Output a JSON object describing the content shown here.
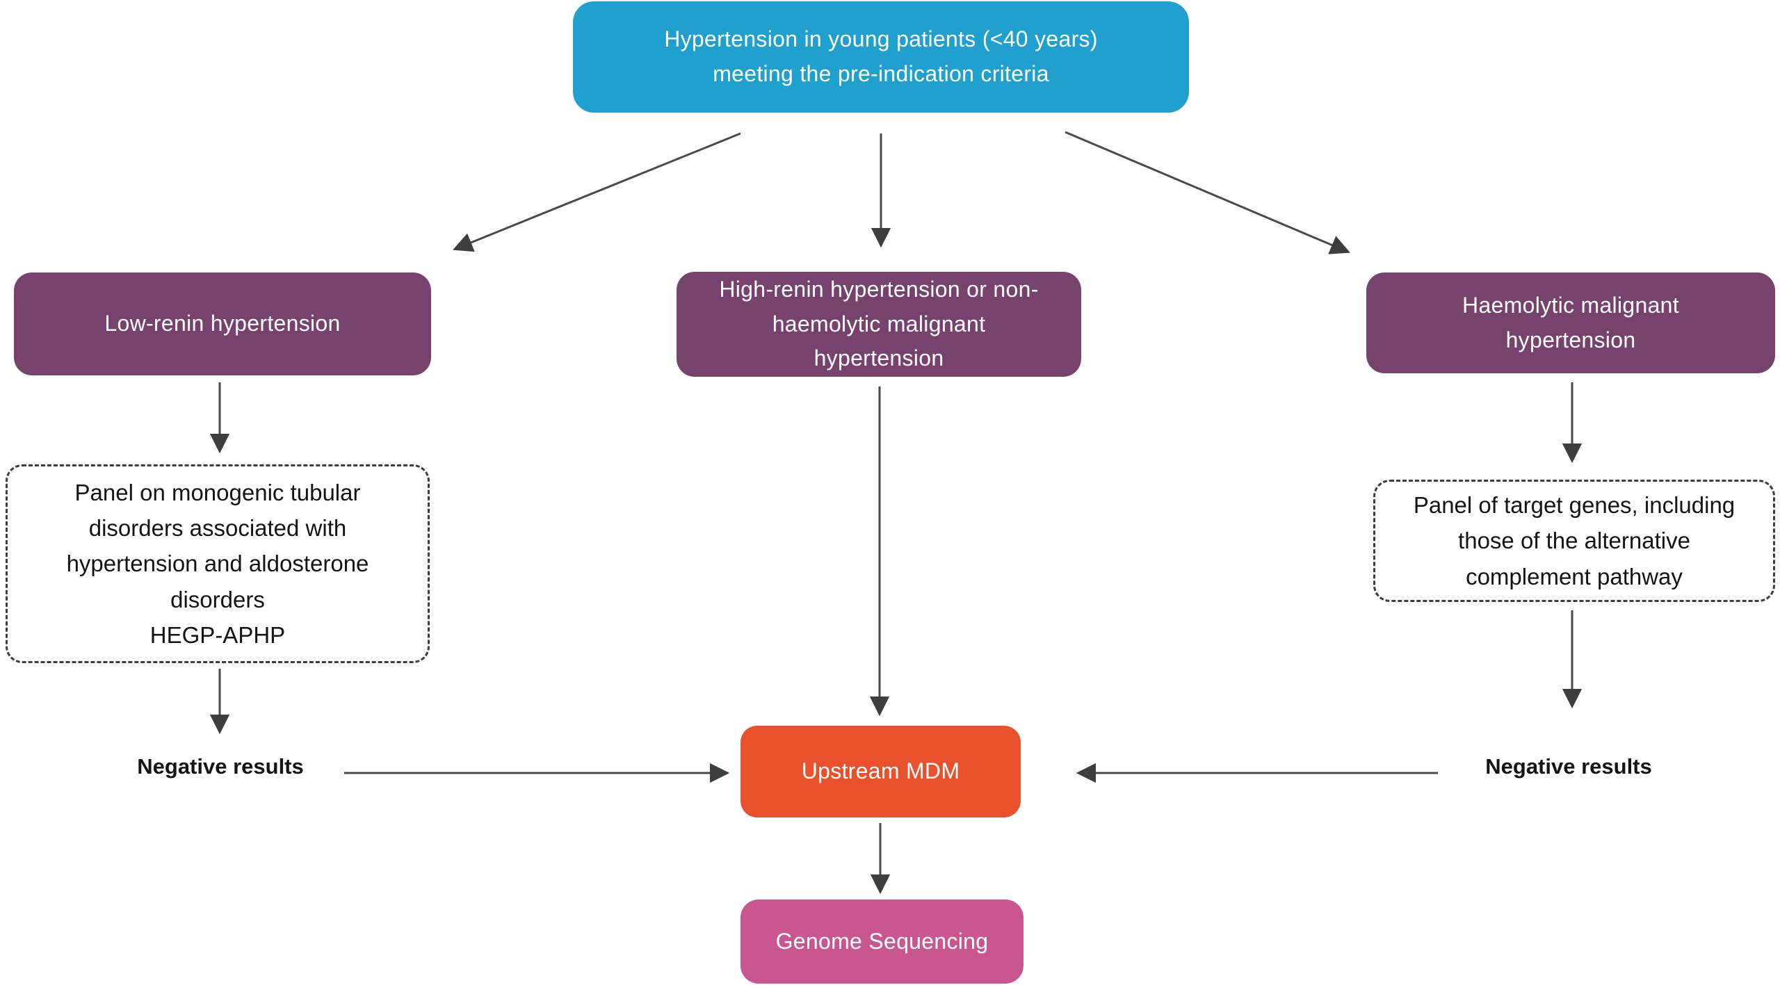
{
  "colors": {
    "start_fill": "#1FA0CE",
    "branch_fill": "#77426D",
    "mdm_fill": "#E8512B",
    "genome_fill": "#C9568F",
    "arrow_stroke": "#4A4A4A",
    "dashed_border": "#3E3E3E",
    "light_text": "#FFFFFF",
    "dark_text": "#141414"
  },
  "diagram": {
    "nodes": {
      "start": {
        "lines": [
          "Hypertension in young patients (<40 years)",
          "meeting the pre-indication criteria"
        ]
      },
      "branch_left": {
        "lines": [
          "Low-renin hypertension"
        ]
      },
      "branch_middle": {
        "lines": [
          "High-renin hypertension or non-",
          "haemolytic malignant",
          "hypertension"
        ]
      },
      "branch_right": {
        "lines": [
          "Haemolytic malignant",
          "hypertension"
        ]
      },
      "panel_left": {
        "lines": [
          "Panel on monogenic tubular",
          "disorders associated with",
          "hypertension and aldosterone",
          "disorders",
          "HEGP-APHP"
        ]
      },
      "panel_right": {
        "lines": [
          "Panel of target genes, including",
          "those of the alternative",
          "complement pathway"
        ]
      },
      "negative_left": {
        "label": "Negative results"
      },
      "negative_right": {
        "label": "Negative results"
      },
      "mdm": {
        "label": "Upstream MDM"
      },
      "genome": {
        "label": "Genome Sequencing"
      }
    }
  }
}
